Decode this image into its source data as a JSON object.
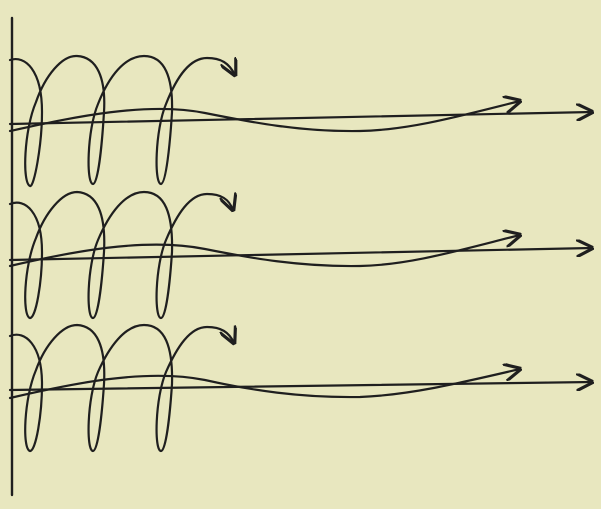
{
  "diagram": {
    "background_color": "#e8e7bf",
    "ink_color": "#1f1f1f",
    "rows": [
      {
        "id": "row-1",
        "loops": 3
      },
      {
        "id": "row-2",
        "loops": 3
      },
      {
        "id": "row-3",
        "loops": 3
      }
    ]
  }
}
